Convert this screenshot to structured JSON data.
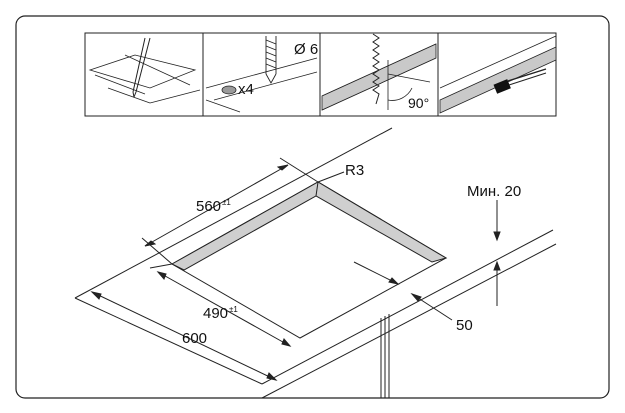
{
  "panels": {
    "drill_size": "Ø 6",
    "count": "x4",
    "angle": "90°"
  },
  "dimensions": {
    "length": "560",
    "length_tol": "±1",
    "width": "490",
    "width_tol": "±1",
    "depth": "600",
    "radius": "R3",
    "edge_distance": "50",
    "min_label": "Мин. 20"
  }
}
